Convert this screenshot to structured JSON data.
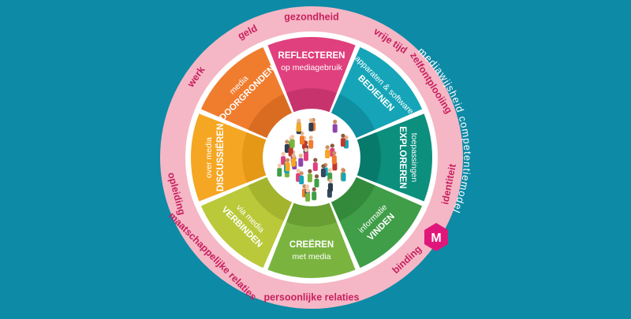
{
  "colors": {
    "background": "#0d8aa6",
    "outer_ring": "#f5b7c5",
    "inner_white": "#ffffff",
    "ring_text": "#c8205f",
    "logo": "#e0177a"
  },
  "outer_ring_words": [
    "gezondheid",
    "vrije tijd",
    "zelfontplooiing",
    "identiteit",
    "binding",
    "persoonlijke relaties",
    "maatschappelijke relaties",
    "opleiding",
    "werk",
    "geld"
  ],
  "arc_text": "mediawijsheid competentiemodel",
  "logo_letter": "M",
  "segments": [
    {
      "title": "REFLECTEREN",
      "sub": "op mediagebruik",
      "color": "#e0407d",
      "dark": "#b22a60"
    },
    {
      "title": "BEDIENEN",
      "sub": "apparaten & software",
      "color": "#16a5b8",
      "dark": "#0c7d8d"
    },
    {
      "title": "EXPLOREREN",
      "sub": "toepassingen",
      "color": "#0d8f7e",
      "dark": "#06695c"
    },
    {
      "title": "VINDEN",
      "sub": "informatie",
      "color": "#3f9e47",
      "dark": "#2a7a32"
    },
    {
      "title": "CREËREN",
      "sub": "met media",
      "color": "#7ab43f",
      "dark": "#5a8d28"
    },
    {
      "title": "VERBINDEN",
      "sub": "via media",
      "color": "#b9c93a",
      "dark": "#93a223"
    },
    {
      "title": "DISCUSSIËREN",
      "sub": "over media",
      "color": "#f5a623",
      "dark": "#d78a0c"
    },
    {
      "title": "DOORGRONDEN",
      "sub": "media",
      "color": "#f07c2d",
      "dark": "#c95f19"
    }
  ]
}
